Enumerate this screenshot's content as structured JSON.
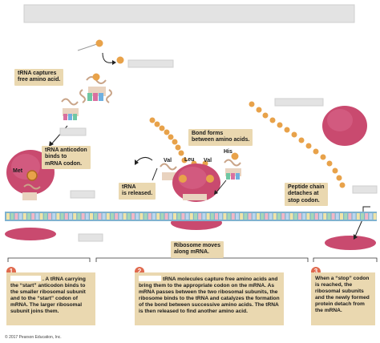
{
  "labels": {
    "trna_captures": "tRNA captures\nfree amino acid.",
    "anticodon_binds": "tRNA anticodon\nbinds to\nmRNA codon.",
    "bond_forms": "Bond forms\nbetween amino acids.",
    "trna_released": "tRNA\nis released.",
    "peptide_detaches": "Peptide chain\ndetaches at\nstop codon.",
    "ribosome_moves": "Ribosome moves\nalong mRNA.",
    "met": "Met",
    "val_left": "Val",
    "leu": "Leu",
    "val_right": "Val",
    "his": "His"
  },
  "steps": [
    {
      "number": "1",
      "text": ". A tRNA carrying the “start” anticodon binds to the smaller ribosomal subunit and to the “start” codon of mRNA. The larger ribosomal subunit joins them."
    },
    {
      "number": "2",
      "text": "tRNA molecules capture free amino acids and bring them to the appropriate codon on the mRNA. As mRNA passes between the two ribosomal subunits, the ribosome binds to the tRNA and catalyzes the formation of the bond between successive amino acids. The tRNA is then released to find another amino acid."
    },
    {
      "number": "3",
      "text": "When a “stop” codon is reached, the ribosomal subunits and the newly formed protein detach from the mRNA."
    }
  ],
  "footer": {
    "copyright": "© 2017 Pearson Education, Inc."
  },
  "colors": {
    "ribosome": "#c94a6f",
    "ribosome_light": "#e07b9a",
    "amino_acid": "#e8a24a",
    "mrna": "#7fb2cf",
    "trna": "#d7b59a",
    "label_bg": "#ead8b0",
    "step_badge": "#e06a4e"
  }
}
